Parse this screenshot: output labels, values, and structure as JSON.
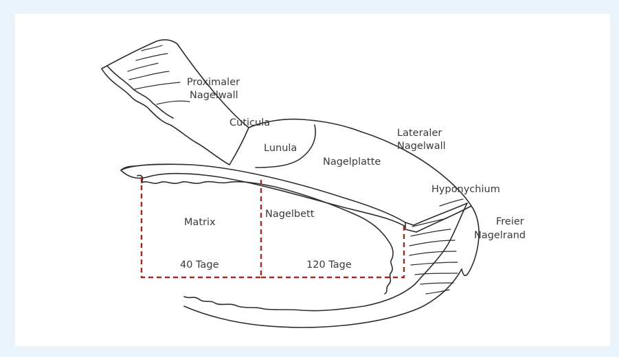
{
  "labels": {
    "proximal_line1": "Proximaler",
    "proximal_line2": "Nagelwall",
    "cuticula": "Cuticula",
    "lunula": "Lunula",
    "lateral_line1": "Lateraler",
    "lateral_line2": "Nagelwall",
    "nagelplatte": "Nagelplatte",
    "hyponychium": "Hyponychium",
    "freier_line1": "Freier",
    "freier_line2": "Nagelrand",
    "matrix": "Matrix",
    "nagelbett": "Nagelbett",
    "tage_40": "40 Tage",
    "tage_120": "120 Tage"
  },
  "colors": {
    "background": "#eaf2fa",
    "panel": "#ffffff",
    "ink": "#2b2b2b",
    "dashed_region": "#9b2a22",
    "label_text": "#3a3a3a"
  }
}
